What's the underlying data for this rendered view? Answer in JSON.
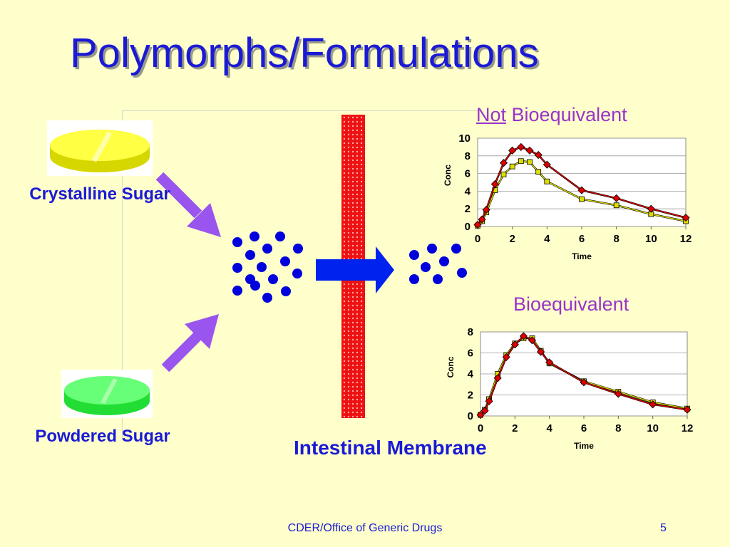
{
  "slide": {
    "title": "Polymorphs/Formulations",
    "footer": "CDER/Office of Generic Drugs",
    "page_number": "5"
  },
  "diagram": {
    "crystalline_label": "Crystalline Sugar",
    "powdered_label": "Powdered Sugar",
    "membrane_label": "Intestinal Membrane",
    "tablet_colors": {
      "crystalline": "#ffff44",
      "powdered": "#44ff66"
    },
    "arrow_color": "#9955ee",
    "transport_arrow_color": "#0022ee",
    "particle_color": "#0000dd",
    "membrane_color": "#ee1111"
  },
  "headings": {
    "not_word": "Not",
    "not_rest": " Bioequivalent",
    "bioequivalent": "Bioequivalent"
  },
  "chart_data": [
    {
      "type": "line",
      "title": "Not Bioequivalent",
      "xlabel": "Time",
      "ylabel": "Conc",
      "xlim": [
        0,
        12
      ],
      "ylim": [
        0,
        10
      ],
      "xticks": [
        0,
        2,
        4,
        6,
        8,
        10,
        12
      ],
      "yticks": [
        0,
        2,
        4,
        6,
        8,
        10
      ],
      "grid": true,
      "series": [
        {
          "color": "#dd0000",
          "marker": "diamond",
          "x": [
            0,
            0.25,
            0.5,
            1,
            1.5,
            2,
            2.5,
            3,
            3.5,
            4,
            6,
            8,
            10,
            12
          ],
          "y": [
            0.2,
            0.8,
            1.9,
            4.8,
            7.2,
            8.6,
            9.0,
            8.6,
            8.1,
            7.0,
            4.1,
            3.2,
            2.0,
            1.0
          ]
        },
        {
          "color": "#dddd00",
          "marker": "square",
          "x": [
            0,
            0.25,
            0.5,
            1,
            1.5,
            2,
            2.5,
            3,
            3.5,
            4,
            6,
            8,
            10,
            12
          ],
          "y": [
            0.1,
            0.6,
            1.6,
            4.1,
            5.9,
            6.8,
            7.4,
            7.3,
            6.2,
            5.1,
            3.1,
            2.4,
            1.4,
            0.6
          ]
        }
      ]
    },
    {
      "type": "line",
      "title": "Bioequivalent",
      "xlabel": "Time",
      "ylabel": "Conc",
      "xlim": [
        0,
        12
      ],
      "ylim": [
        0,
        8
      ],
      "xticks": [
        0,
        2,
        4,
        6,
        8,
        10,
        12
      ],
      "yticks": [
        0,
        2,
        4,
        6,
        8
      ],
      "grid": true,
      "series": [
        {
          "color": "#dd0000",
          "marker": "diamond",
          "x": [
            0,
            0.25,
            0.5,
            1,
            1.5,
            2,
            2.5,
            3,
            3.5,
            4,
            6,
            8,
            10,
            12
          ],
          "y": [
            0.1,
            0.5,
            1.4,
            3.6,
            5.6,
            6.8,
            7.6,
            7.2,
            6.1,
            5.1,
            3.2,
            2.1,
            1.1,
            0.6
          ]
        },
        {
          "color": "#dddd00",
          "marker": "square",
          "x": [
            0,
            0.25,
            0.5,
            1,
            1.5,
            2,
            2.5,
            3,
            3.5,
            4,
            6,
            8,
            10,
            12
          ],
          "y": [
            0.1,
            0.6,
            1.6,
            4.0,
            5.8,
            6.9,
            7.4,
            7.4,
            6.2,
            5.0,
            3.3,
            2.3,
            1.3,
            0.7
          ]
        }
      ]
    }
  ]
}
